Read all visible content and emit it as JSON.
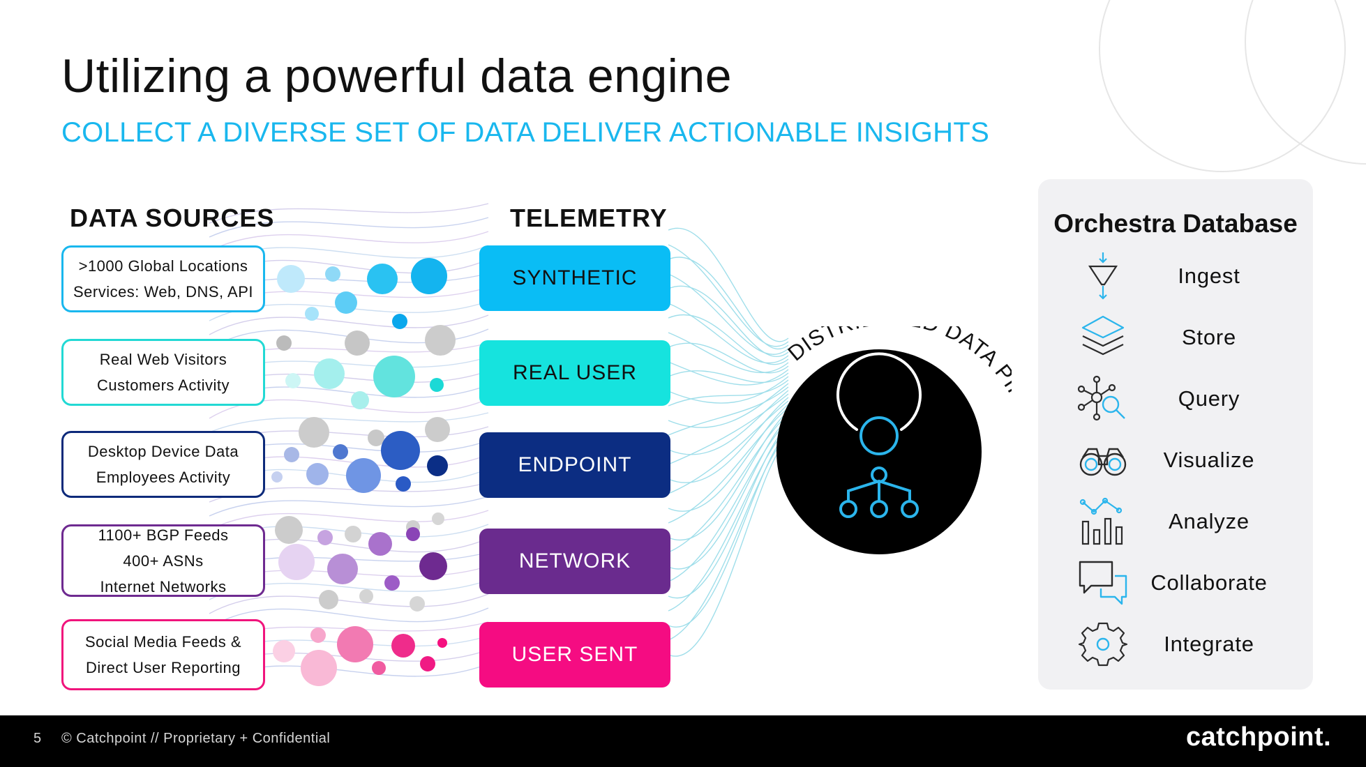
{
  "title": "Utilizing a powerful data engine",
  "subtitle": "COLLECT A DIVERSE SET OF DATA DELIVER ACTIONABLE INSIGHTS",
  "data_sources_heading": "DATA SOURCES",
  "telemetry_heading": "TELEMETRY",
  "data_sources": [
    {
      "lines": [
        ">1000 Global Locations",
        "Services: Web, DNS, API"
      ],
      "color": "#19b7ee"
    },
    {
      "lines": [
        "Real Web Visitors",
        "Customers Activity"
      ],
      "color": "#22d9d4"
    },
    {
      "lines": [
        "Desktop Device Data",
        "Employees Activity"
      ],
      "color": "#0d2a7a"
    },
    {
      "lines": [
        "1100+ BGP Feeds",
        "400+ ASNs",
        "Internet Networks"
      ],
      "color": "#6e2a90"
    },
    {
      "lines": [
        "Social Media Feeds &",
        "Direct User Reporting"
      ],
      "color": "#f0147c"
    }
  ],
  "telemetry": [
    {
      "label": "SYNTHETIC",
      "color": "#0abdf5",
      "text_color": "#111111"
    },
    {
      "label": "REAL USER",
      "color": "#16e3de",
      "text_color": "#111111"
    },
    {
      "label": "ENDPOINT",
      "color": "#0c2d82",
      "text_color": "#ffffff"
    },
    {
      "label": "NETWORK",
      "color": "#6a2b8e",
      "text_color": "#ffffff"
    },
    {
      "label": "USER SENT",
      "color": "#f50c82",
      "text_color": "#ffffff"
    }
  ],
  "pipeline_label": "DISTRIBUTED DATA PIPELINE C&C",
  "orchestra": {
    "title": "Orchestra Database",
    "items": [
      {
        "label": "Ingest",
        "icon": "funnel-icon"
      },
      {
        "label": "Store",
        "icon": "layers-icon"
      },
      {
        "label": "Query",
        "icon": "network-search-icon"
      },
      {
        "label": "Visualize",
        "icon": "binoculars-icon"
      },
      {
        "label": "Analyze",
        "icon": "bar-line-chart-icon"
      },
      {
        "label": "Collaborate",
        "icon": "chat-bubbles-icon"
      },
      {
        "label": "Integrate",
        "icon": "gear-icon"
      }
    ]
  },
  "footer": {
    "page_number": "5",
    "copyright": "© Catchpoint // Proprietary + Confidential",
    "logo": "catchpoint."
  },
  "colors": {
    "accent": "#19b7ee",
    "icon_blue": "#2bb5ec",
    "footer_bg": "#000000",
    "panel_bg": "#f1f1f3"
  }
}
